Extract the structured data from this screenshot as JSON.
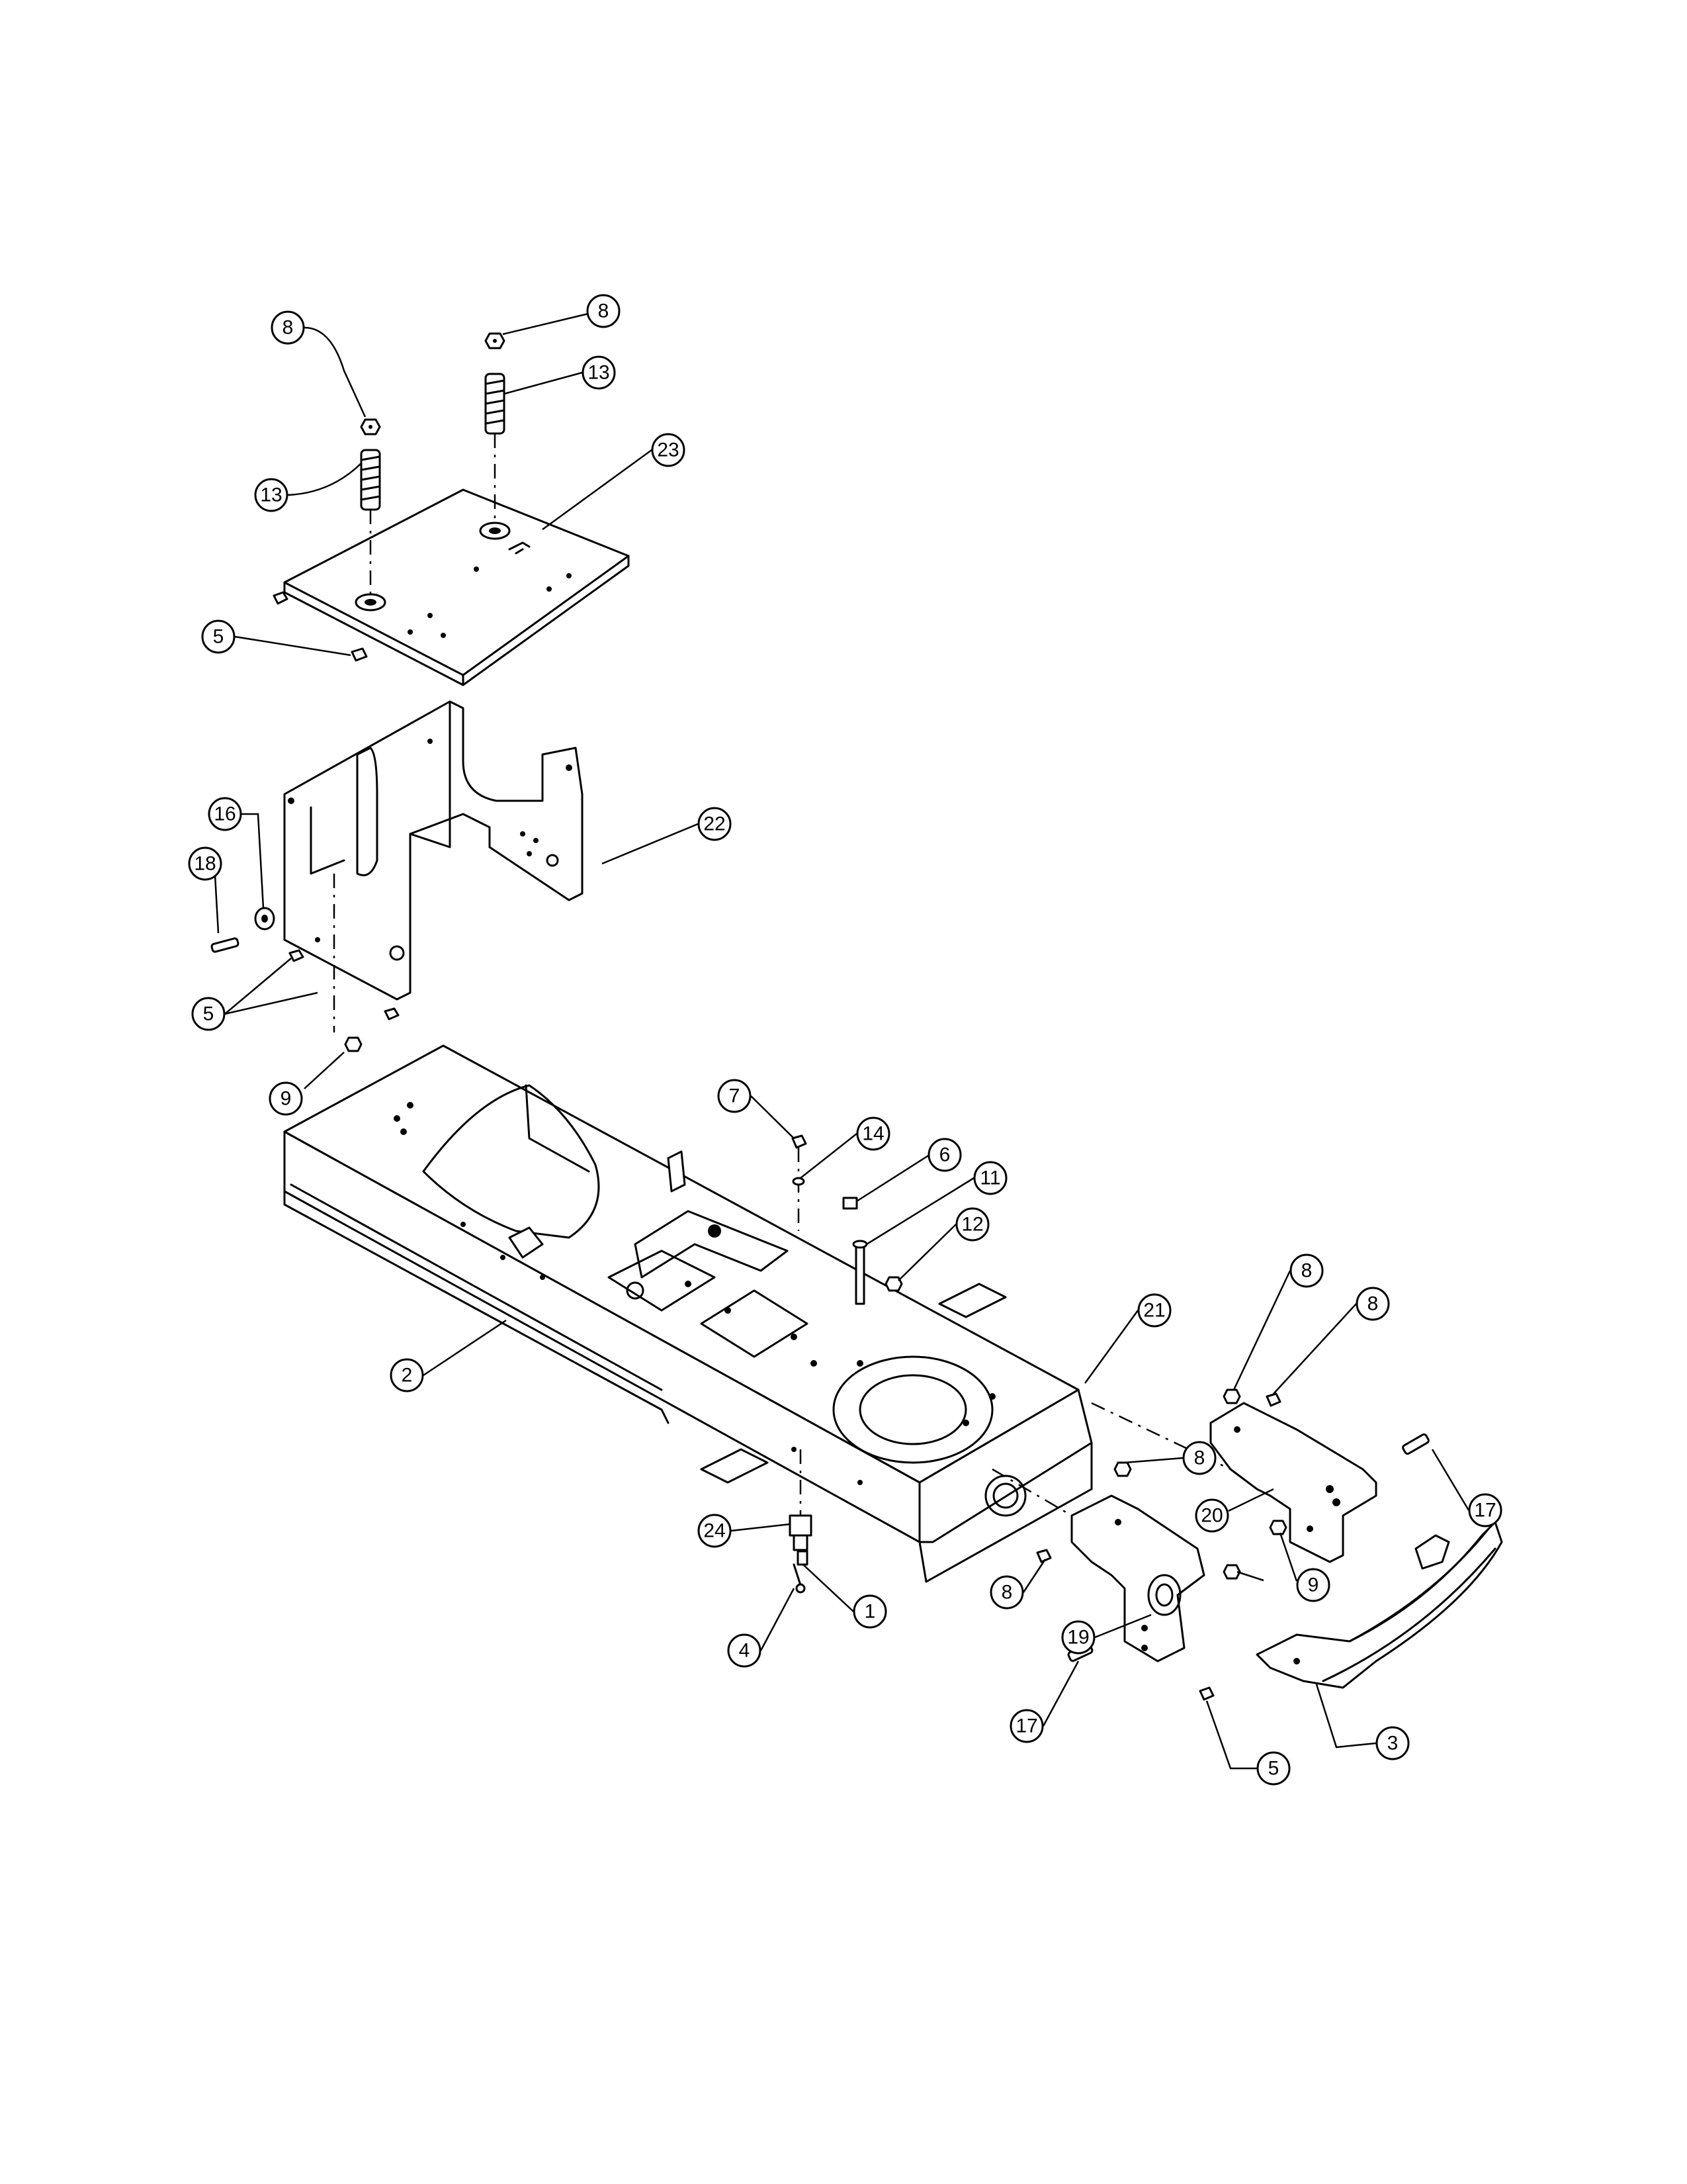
{
  "callouts": [
    {
      "id": "c8a",
      "label": "8"
    },
    {
      "id": "c8b",
      "label": "8"
    },
    {
      "id": "c13a",
      "label": "13"
    },
    {
      "id": "c13b",
      "label": "13"
    },
    {
      "id": "c23",
      "label": "23"
    },
    {
      "id": "c5a",
      "label": "5"
    },
    {
      "id": "c16",
      "label": "16"
    },
    {
      "id": "c18",
      "label": "18"
    },
    {
      "id": "c22",
      "label": "22"
    },
    {
      "id": "c5b",
      "label": "5"
    },
    {
      "id": "c9a",
      "label": "9"
    },
    {
      "id": "c7",
      "label": "7"
    },
    {
      "id": "c14",
      "label": "14"
    },
    {
      "id": "c6",
      "label": "6"
    },
    {
      "id": "c11",
      "label": "11"
    },
    {
      "id": "c12",
      "label": "12"
    },
    {
      "id": "c21",
      "label": "21"
    },
    {
      "id": "c2",
      "label": "2"
    },
    {
      "id": "c8c",
      "label": "8"
    },
    {
      "id": "c8d",
      "label": "8"
    },
    {
      "id": "c8e",
      "label": "8"
    },
    {
      "id": "c20",
      "label": "20"
    },
    {
      "id": "c17a",
      "label": "17"
    },
    {
      "id": "c24",
      "label": "24"
    },
    {
      "id": "c9b",
      "label": "9"
    },
    {
      "id": "c8f",
      "label": "8"
    },
    {
      "id": "c1",
      "label": "1"
    },
    {
      "id": "c19",
      "label": "19"
    },
    {
      "id": "c4",
      "label": "4"
    },
    {
      "id": "c3",
      "label": "3"
    },
    {
      "id": "c17b",
      "label": "17"
    },
    {
      "id": "c5c",
      "label": "5"
    }
  ]
}
